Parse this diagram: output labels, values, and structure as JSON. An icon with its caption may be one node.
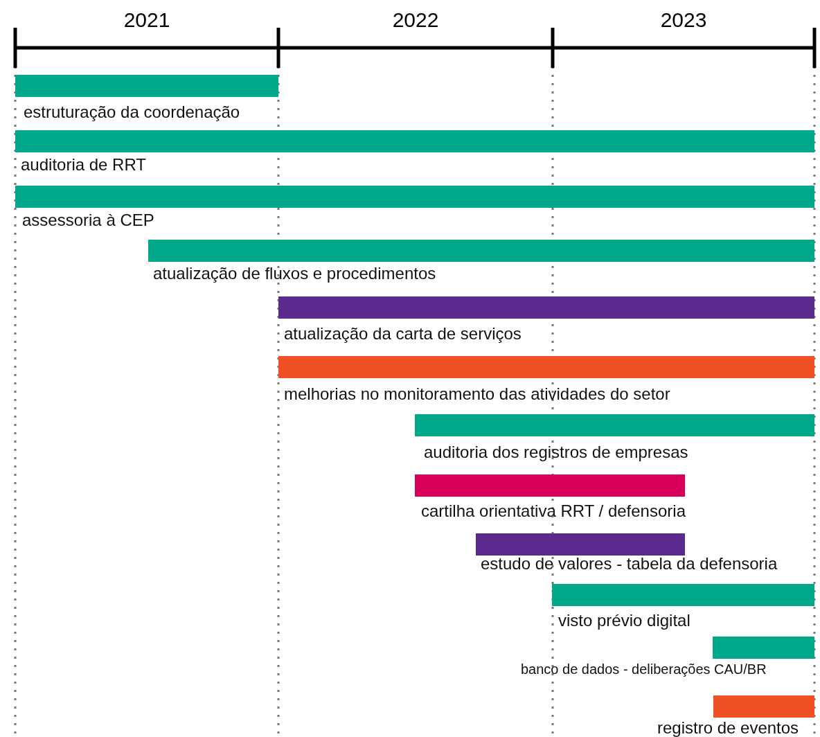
{
  "diagram": {
    "nodes": [
      {
        "text": [
          "estruturação da coordenação"
        ]
      },
      {
        "text": [
          "auditoria de RRT"
        ]
      },
      {
        "text": [
          "assessoria à CEP"
        ]
      },
      {
        "text": [
          "atualização de fluxos e procedimentos"
        ]
      },
      {
        "text": [
          "atualização da carta de serviços"
        ]
      },
      {
        "text": [
          "melhorias no monitoramento das atividades do setor"
        ]
      },
      {
        "text": [
          "auditoria dos registros de empresas"
        ]
      },
      {
        "text": [
          "cartilha orientativa RRT / defensoria"
        ]
      },
      {
        "text": [
          "estudo de valores - tabela da defensoria"
        ]
      },
      {
        "text": [
          "visto prévio digital"
        ]
      },
      {
        "text": [
          "banco de dados - deliberações CAU/BR"
        ]
      },
      {
        "text": [
          "registro de eventos"
        ]
      }
    ],
    "labels": [
      "2021",
      "2022",
      "2023"
    ]
  }
}
